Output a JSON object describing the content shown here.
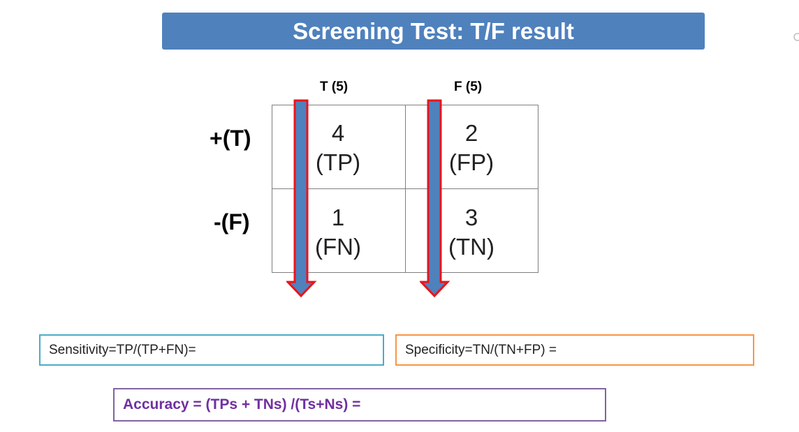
{
  "title": "Screening Test: T/F result",
  "columns": [
    {
      "label": "T (5)"
    },
    {
      "label": "F (5)"
    }
  ],
  "rows": [
    {
      "label": "+(T)"
    },
    {
      "label": "-(F)"
    }
  ],
  "cells": {
    "tp": {
      "value": "4",
      "tag": "(TP)"
    },
    "fp": {
      "value": "2",
      "tag": "(FP)"
    },
    "fn": {
      "value": "1",
      "tag": "(FN)"
    },
    "tn": {
      "value": "3",
      "tag": "(TN)"
    }
  },
  "formulas": {
    "sensitivity": "Sensitivity=TP/(TP+FN)=",
    "specificity": "Specificity=TN/(TN+FP) =",
    "accuracy": "Accuracy = (TPs + TNs) /(Ts+Ns) ="
  },
  "colors": {
    "title_bg": "#4f81bd",
    "arrow_fill": "#4f81bd",
    "arrow_stroke": "#e8141c",
    "sensitivity_border": "#4bacc6",
    "specificity_border": "#f79646",
    "accuracy_border": "#8064a2",
    "accuracy_text": "#7030a0"
  }
}
